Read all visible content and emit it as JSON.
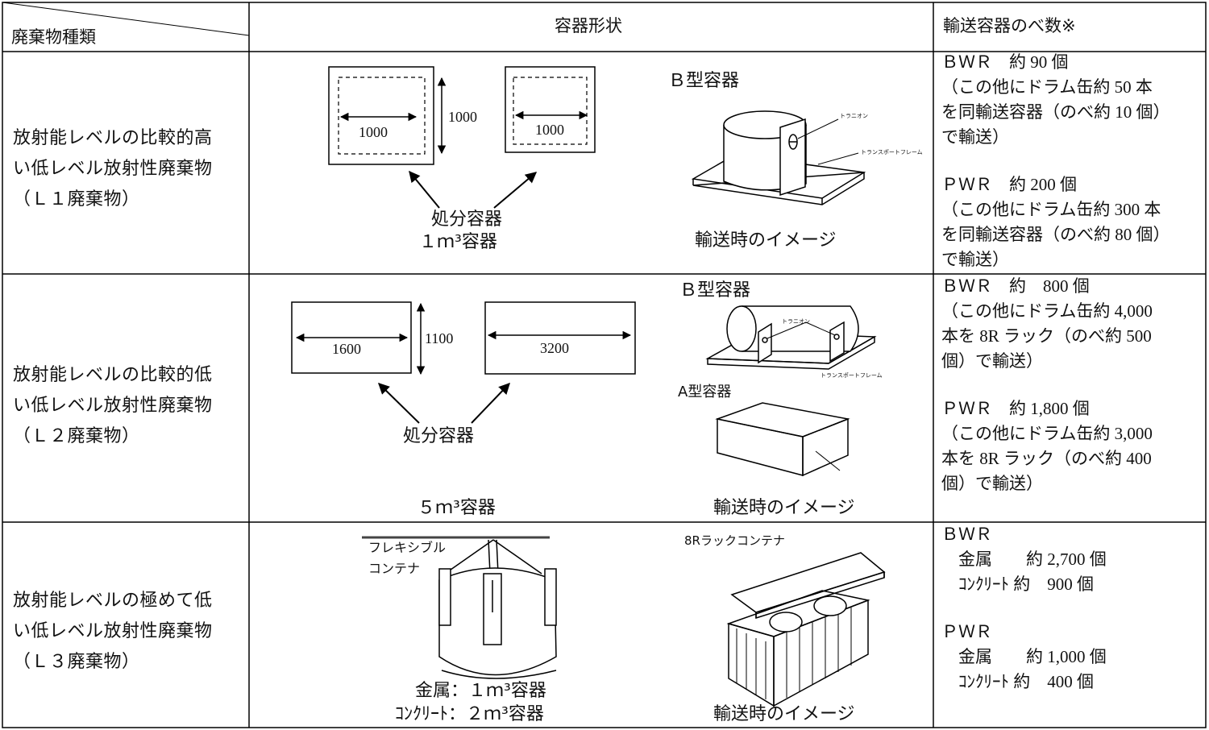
{
  "header": {
    "corner_label": "廃棄物種類",
    "col_shape": "容器形状",
    "col_count": "輸送容器のべ数※"
  },
  "rows": [
    {
      "label_lines": [
        "放射能レベルの比較的高",
        "い低レベル放射性廃棄物",
        "（Ｌ１廃棄物）"
      ],
      "dims": {
        "w1": "1000",
        "h1": "1000",
        "w2": "1000"
      },
      "disposal_label": "処分容器",
      "volume_label": "１ｍ³容器",
      "transport_container_label": "Ｂ型容器",
      "small_labels": [
        "トラニオン",
        "トランスポートフレーム"
      ],
      "image_caption": "輸送時のイメージ",
      "count_lines": [
        "ＢＷＲ　約 90 個",
        "（この他にドラム缶約 50 本",
        "を同輸送容器（のべ約 10 個）",
        "で輸送）",
        "",
        "ＰＷＲ　約 200 個",
        "（この他にドラム缶約 300 本",
        "を同輸送容器（のべ約 80 個）",
        "で輸送）"
      ]
    },
    {
      "label_lines": [
        "放射能レベルの比較的低",
        "い低レベル放射性廃棄物",
        "（Ｌ２廃棄物）"
      ],
      "dims": {
        "w1": "1600",
        "h1": "1100",
        "w2": "3200"
      },
      "disposal_label": "処分容器",
      "volume_label": "５ｍ³容器",
      "transport_container_label": "Ｂ型容器",
      "transport_container_label_2": "A型容器",
      "small_labels": [
        "トラニオン",
        "トランスポートフレーム"
      ],
      "image_caption": "輸送時のイメージ",
      "count_lines": [
        "ＢＷＲ　約　800 個",
        "（この他にドラム缶約 4,000",
        "本を 8R ラック（のべ約 500",
        "個）で輸送）",
        "",
        "ＰＷＲ　約 1,800 個",
        "（この他にドラム缶約 3,000",
        "本を 8R ラック（のべ約 400",
        "個）で輸送）"
      ]
    },
    {
      "label_lines": [
        "放射能レベルの極めて低",
        "い低レベル放射性廃棄物",
        "（Ｌ３廃棄物）"
      ],
      "flex_label_lines": [
        "フレキシブル",
        "コンテナ"
      ],
      "rack_label": "8Rラックコンテナ",
      "volume_label_lines": [
        "金属：１ｍ³容器",
        "ｺﾝｸﾘｰﾄ：２ｍ³容器"
      ],
      "image_caption": "輸送時のイメージ",
      "count_lines": [
        "ＢＷＲ",
        "　金属　　約 2,700 個",
        "　ｺﾝｸﾘｰﾄ 約　900 個",
        "",
        "ＰＷＲ",
        "　金属　　約 1,000 個",
        "　ｺﾝｸﾘｰﾄ 約　400 個"
      ]
    }
  ]
}
